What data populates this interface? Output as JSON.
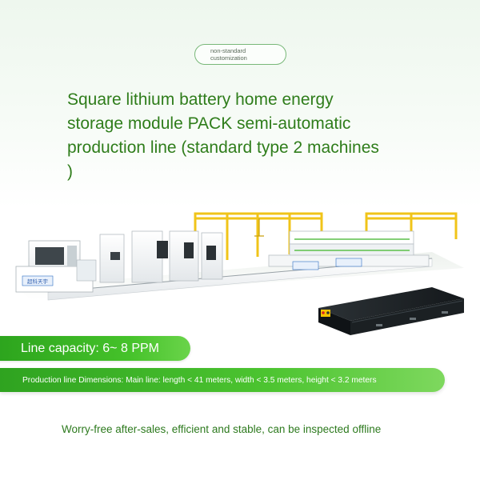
{
  "tag": {
    "line1": "non-standard",
    "line2": "customization"
  },
  "headline": {
    "line1": "Square lithium battery home energy",
    "line2": "storage module PACK semi-automatic",
    "line3": "production line (standard type 2 machines",
    "line4": ")"
  },
  "production_line_image": {
    "machine_logo_text": "超科天宇"
  },
  "capacity": {
    "text": "Line capacity: 6~ 8 PPM"
  },
  "dimensions": {
    "text": "Production line Dimensions: Main line: length < 41 meters, width < 3.5 meters, height < 3.2 meters"
  },
  "footer": {
    "text": "Worry-free after-sales, efficient and stable, can be inspected offline"
  },
  "colors": {
    "headline_green": "#2f7d1b",
    "banner_green": "#3fb527",
    "frame_yellow": "#f0c419",
    "pack_dark": "#1f2427"
  }
}
